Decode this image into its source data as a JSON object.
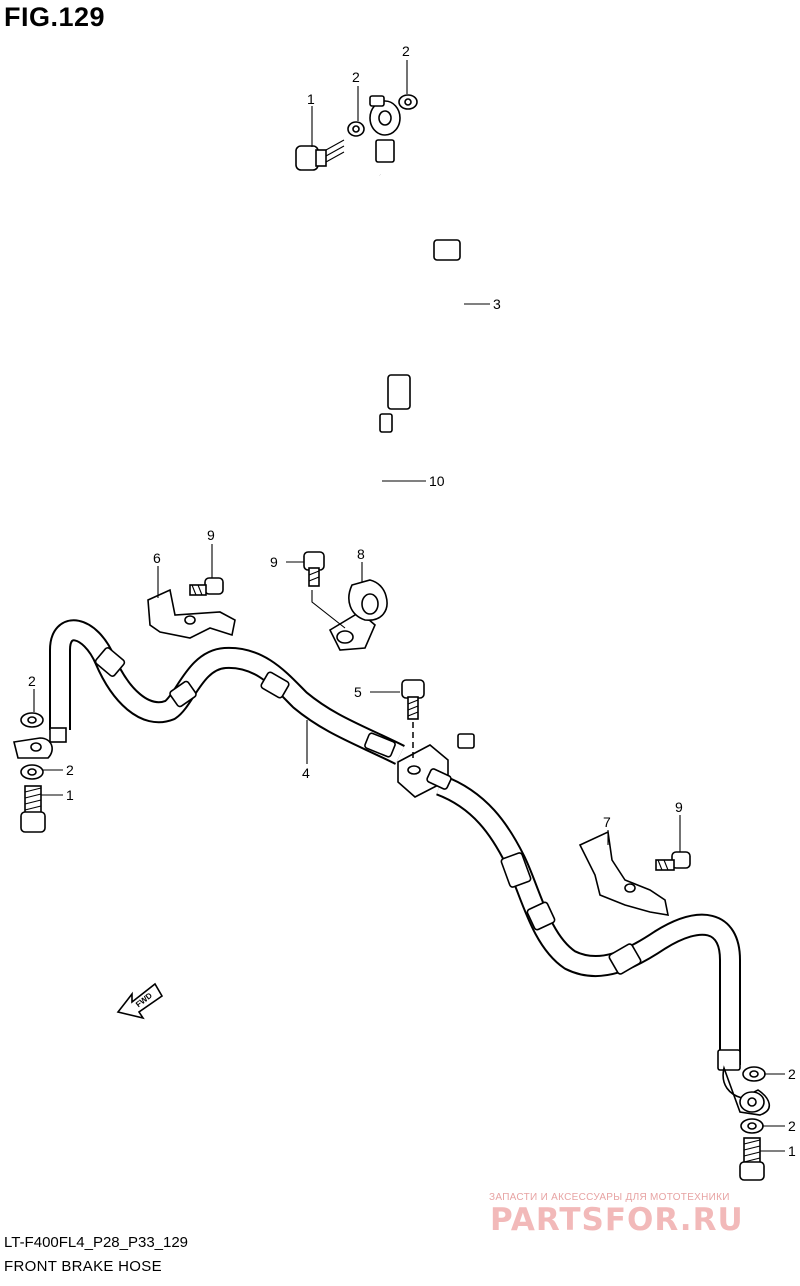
{
  "figure": {
    "title": "FIG.129",
    "code": "LT-F400FL4_P28_P33_129",
    "caption": "FRONT BRAKE HOSE"
  },
  "watermark": {
    "line1": "ЗАПАСТИ И АКСЕССУАРЫ ДЛЯ МОТОТЕХНИКИ",
    "logo": "PARTSFOR.RU",
    "color": "#f2b9b9"
  },
  "fwd_label": "FWD",
  "callouts": {
    "c1_top": "1",
    "c2_top_left": "2",
    "c2_top_right": "2",
    "c3": "3",
    "c10": "10",
    "c9_left": "9",
    "c6": "6",
    "c9_mid": "9",
    "c8": "8",
    "c5": "5",
    "c4": "4",
    "c2_left_upper": "2",
    "c2_left_lower": "2",
    "c1_left": "1",
    "c7": "7",
    "c9_right": "9",
    "c2_right_upper": "2",
    "c2_right_lower": "2",
    "c1_right": "1"
  }
}
